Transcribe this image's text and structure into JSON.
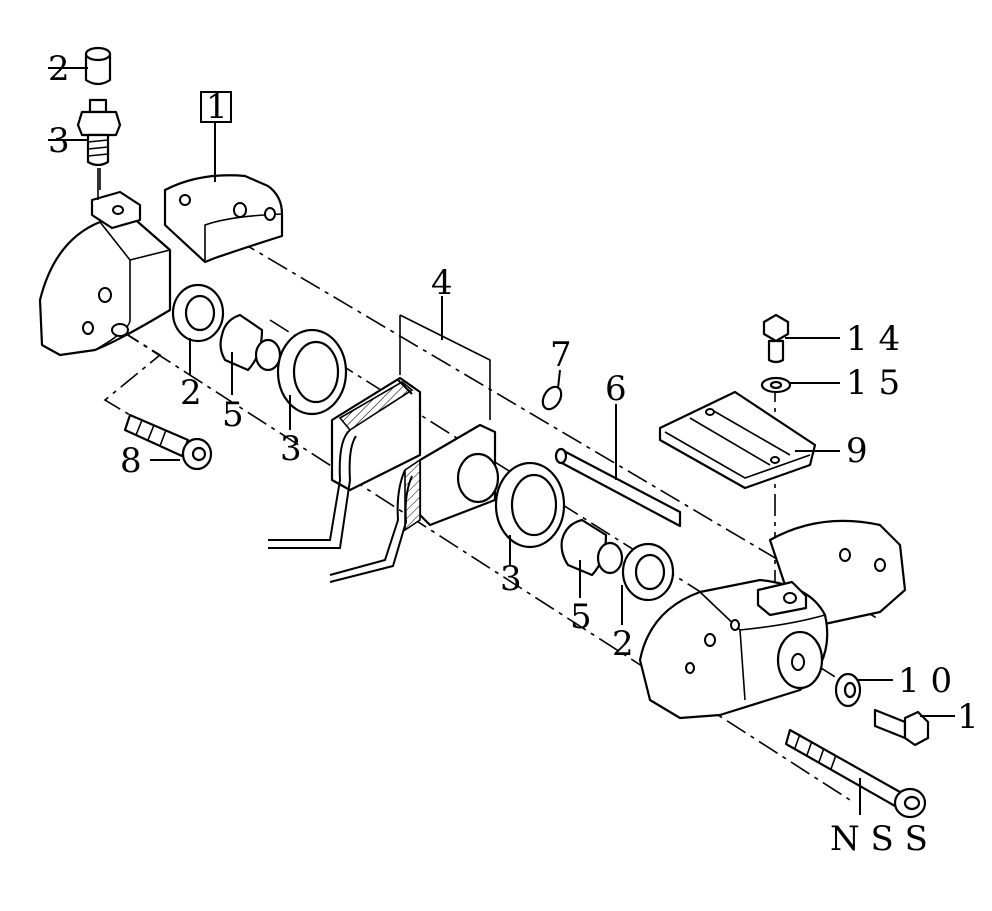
{
  "diagram": {
    "callouts": {
      "c2_top": "2",
      "c3_top": "3",
      "c1_box": "1",
      "c4": "4",
      "c7": "7",
      "c6": "6",
      "c14": "1 4",
      "c15": "1 5",
      "c9": "9",
      "c2_left": "2",
      "c5_left": "5",
      "c3_left": "3",
      "c8": "8",
      "c3_right": "3",
      "c5_right": "5",
      "c2_right": "2",
      "c10": "1 0",
      "c1_right": "1",
      "nss": "N S S"
    }
  }
}
